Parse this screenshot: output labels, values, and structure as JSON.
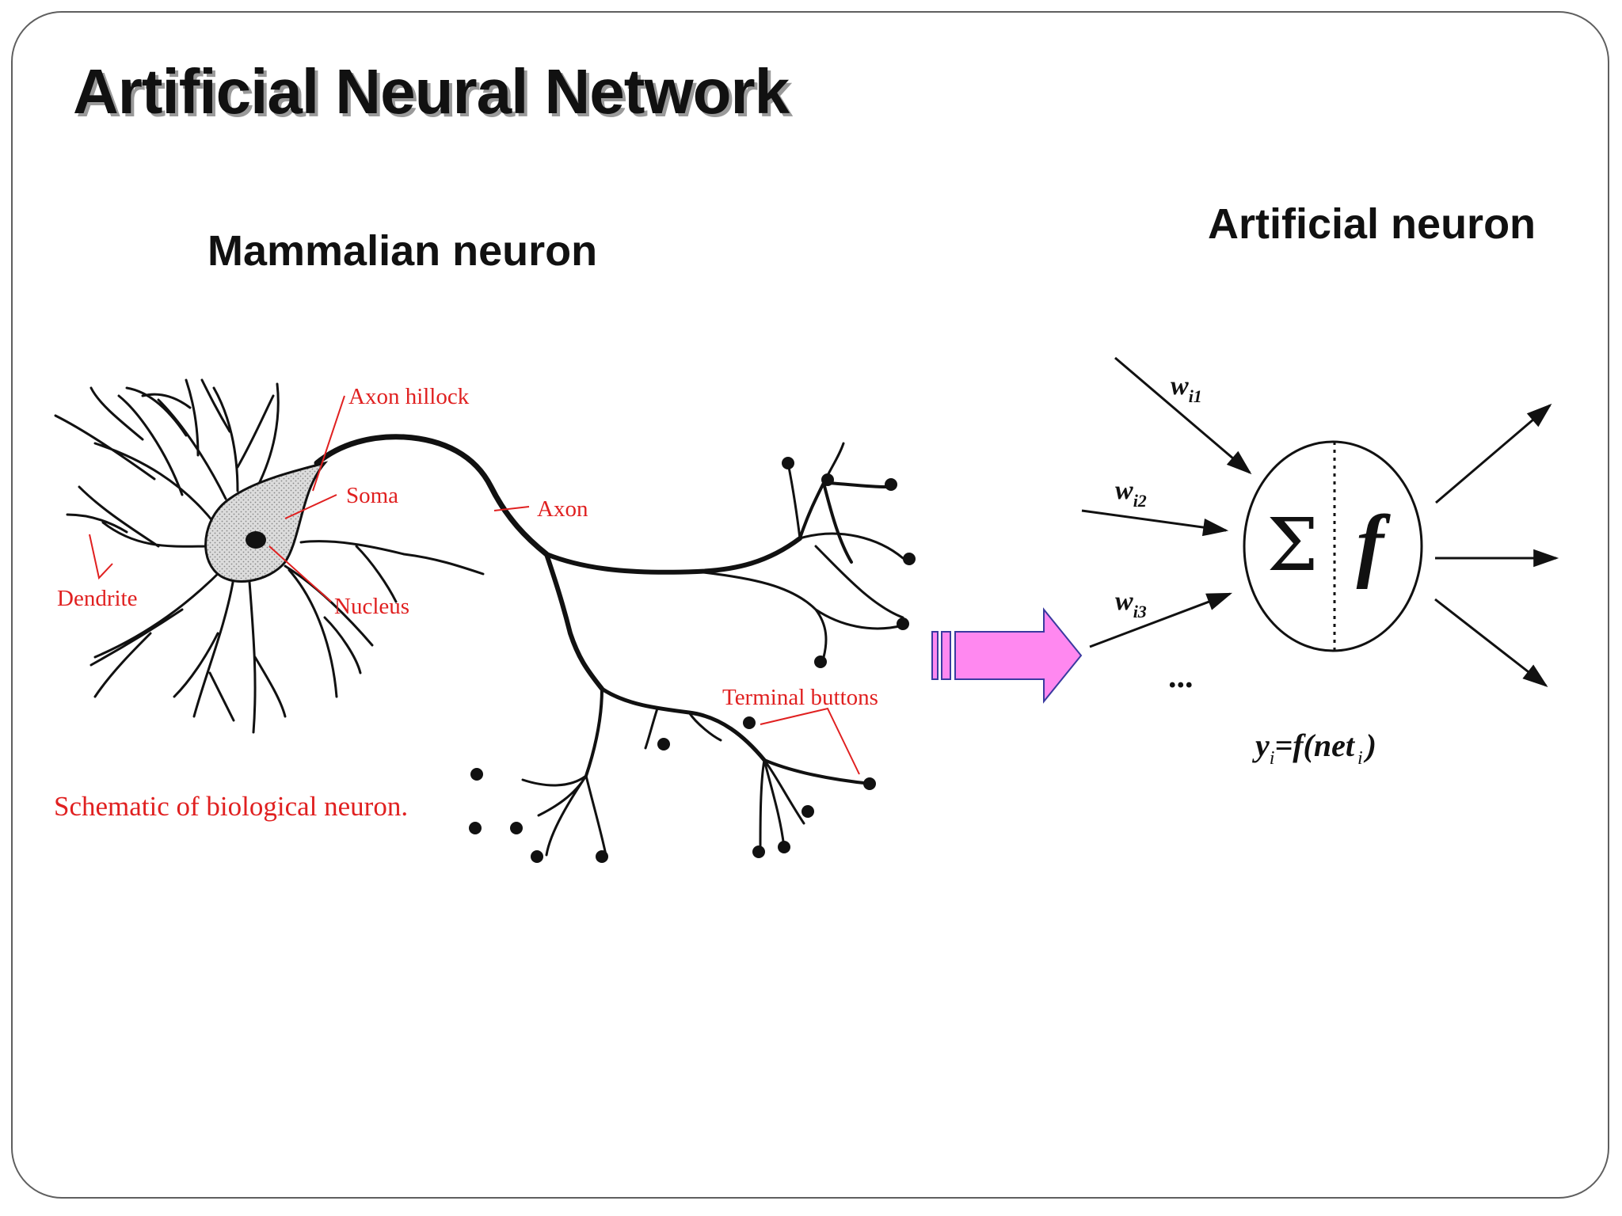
{
  "slide": {
    "title": "Artificial Neural Network",
    "left_heading": "Mammalian neuron",
    "right_heading": "Artificial neuron"
  },
  "biological_neuron": {
    "labels": {
      "axon_hillock": "Axon hillock",
      "soma": "Soma",
      "axon": "Axon",
      "dendrite": "Dendrite",
      "nucleus": "Nucleus",
      "terminal_buttons": "Terminal buttons"
    },
    "caption": "Schematic of biological neuron.",
    "label_color": "#e02020"
  },
  "artificial_neuron": {
    "weights": [
      {
        "symbol": "w",
        "subscript": "i1"
      },
      {
        "symbol": "w",
        "subscript": "i2"
      },
      {
        "symbol": "w",
        "subscript": "i3"
      }
    ],
    "ellipsis": "...",
    "sum_symbol": "Σ",
    "function_symbol": "f",
    "output_formula": {
      "y": "y",
      "y_sub": "i",
      "rhs": "=f(net",
      "net_sub": "i",
      "close": ")"
    }
  },
  "transition_arrow": {
    "fill_color": "#ff88f0",
    "stroke_color": "#3a3aa0"
  }
}
